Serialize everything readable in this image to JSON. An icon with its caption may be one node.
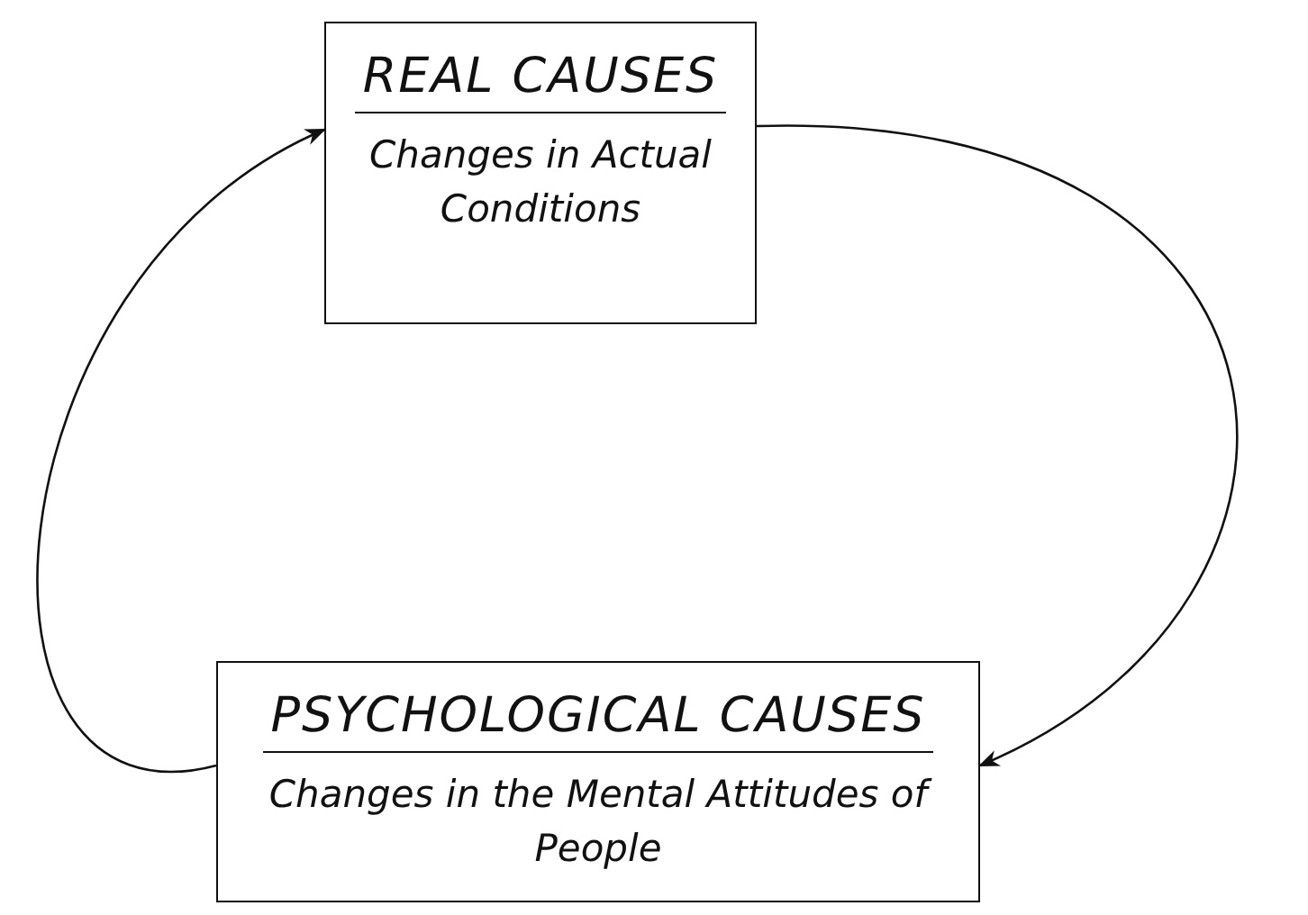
{
  "diagram": {
    "nodes": [
      {
        "text": [
          "REAL CAUSES",
          "Changes in Actual Conditions"
        ]
      },
      {
        "text": [
          "PSYCHOLOGICAL CAUSES",
          "Changes in the Mental Attitudes of People"
        ]
      }
    ],
    "edges": [
      {
        "from": 0,
        "to": 1,
        "arrow": "to"
      },
      {
        "from": 1,
        "to": 0,
        "arrow": "to"
      }
    ]
  }
}
